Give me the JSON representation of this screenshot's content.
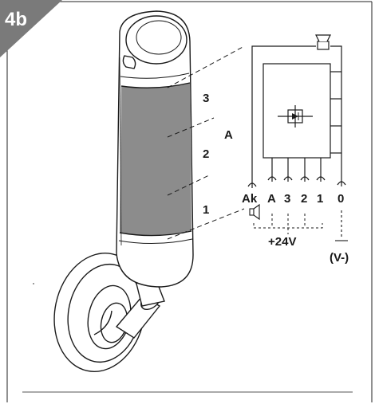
{
  "badge": {
    "text": "4b"
  },
  "tower": {
    "segments": [
      "3",
      "2",
      "1"
    ],
    "group_label": "A"
  },
  "terminals": {
    "labels": [
      "Ak",
      "A",
      "3",
      "2",
      "1",
      "0"
    ],
    "supply_label": "+24V",
    "ground_label": "(V-)"
  },
  "icons": [
    "buzzer-icon",
    "speaker-icon",
    "led-component-icon",
    "ground-icon"
  ],
  "colors": {
    "badge": "#7a7a7a",
    "lens": "#8c8c8c",
    "line": "#1a1a1a"
  }
}
